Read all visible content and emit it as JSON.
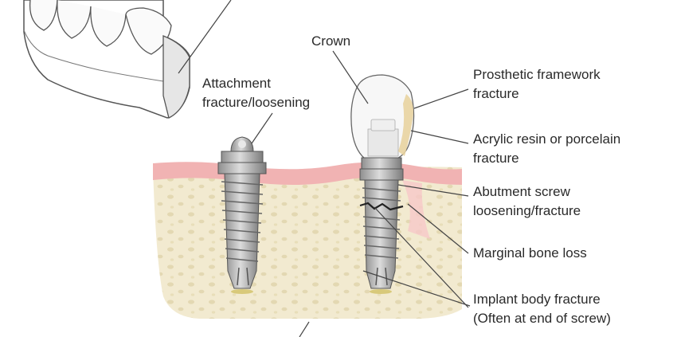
{
  "labels": {
    "crown": "Crown",
    "attachment": [
      "Attachment",
      "fracture/loosening"
    ],
    "framework": [
      "Prosthetic framework",
      "fracture"
    ],
    "resin": [
      "Acrylic resin or porcelain",
      "fracture"
    ],
    "abutment": [
      "Abutment screw",
      "loosening/fracture"
    ],
    "marginal": "Marginal bone loss",
    "body_fracture": [
      "Implant body fracture",
      "(Often at end of screw)"
    ]
  },
  "colors": {
    "bone": "#f2ead0",
    "bone_pores": "#e4d9b4",
    "gum": "#f1b3b3",
    "metal": "#b9b9b9",
    "metal_dark": "#8a8a8a",
    "crown": "#f7f7f7",
    "outline": "#555555",
    "leader": "#444444",
    "resin": "#e8d3a0"
  }
}
